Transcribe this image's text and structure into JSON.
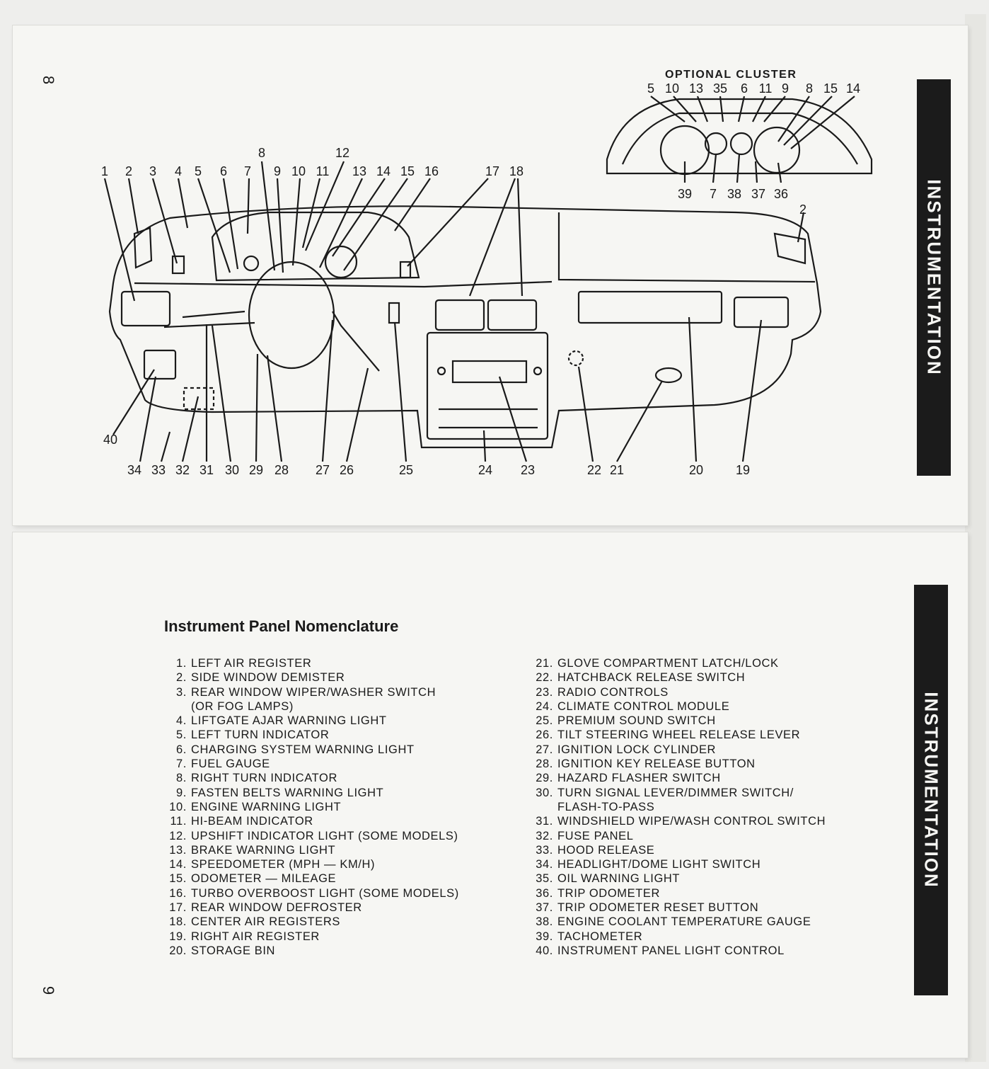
{
  "top_page": {
    "page_number": "8",
    "section_tab": "INSTRUMENTATION",
    "optional_cluster": {
      "title": "OPTIONAL CLUSTER",
      "top_callouts": [
        "5",
        "10",
        "13",
        "35",
        "6",
        "11",
        "9",
        "8",
        "15",
        "14"
      ],
      "bottom_callouts": [
        "39",
        "7",
        "38",
        "37",
        "36"
      ]
    },
    "dashboard_callouts": {
      "top_row": [
        "1",
        "2",
        "3",
        "4",
        "5",
        "6",
        "7",
        "8",
        "9",
        "10",
        "11",
        "12",
        "13",
        "14",
        "15",
        "16",
        "17",
        "18"
      ],
      "right": "2",
      "bottom_row": [
        "40",
        "34",
        "33",
        "32",
        "31",
        "30",
        "29",
        "28",
        "27",
        "26",
        "25",
        "24",
        "23",
        "22",
        "21",
        "20",
        "19"
      ]
    }
  },
  "bottom_page": {
    "page_number": "9",
    "section_tab": "INSTRUMENTATION",
    "title": "Instrument Panel Nomenclature",
    "items_left": [
      {
        "num": "1.",
        "text": "LEFT AIR REGISTER"
      },
      {
        "num": "2.",
        "text": "SIDE WINDOW DEMISTER"
      },
      {
        "num": "3.",
        "text": "REAR WINDOW WIPER/WASHER SWITCH"
      },
      {
        "num": "",
        "text": "(OR FOG LAMPS)"
      },
      {
        "num": "4.",
        "text": "LIFTGATE AJAR WARNING LIGHT"
      },
      {
        "num": "5.",
        "text": "LEFT TURN INDICATOR"
      },
      {
        "num": "6.",
        "text": "CHARGING SYSTEM WARNING LIGHT"
      },
      {
        "num": "7.",
        "text": "FUEL GAUGE"
      },
      {
        "num": "8.",
        "text": "RIGHT TURN INDICATOR"
      },
      {
        "num": "9.",
        "text": "FASTEN BELTS WARNING LIGHT"
      },
      {
        "num": "10.",
        "text": "ENGINE WARNING LIGHT"
      },
      {
        "num": "11.",
        "text": "HI-BEAM INDICATOR"
      },
      {
        "num": "12.",
        "text": "UPSHIFT INDICATOR LIGHT (SOME MODELS)"
      },
      {
        "num": "13.",
        "text": "BRAKE WARNING LIGHT"
      },
      {
        "num": "14.",
        "text": "SPEEDOMETER (MPH — Km/h)"
      },
      {
        "num": "15.",
        "text": "ODOMETER — MILEAGE"
      },
      {
        "num": "16.",
        "text": "TURBO OVERBOOST LIGHT (SOME MODELS)"
      },
      {
        "num": "17.",
        "text": "REAR WINDOW DEFROSTER"
      },
      {
        "num": "18.",
        "text": "CENTER AIR REGISTERS"
      },
      {
        "num": "19.",
        "text": "RIGHT AIR REGISTER"
      },
      {
        "num": "20.",
        "text": "STORAGE BIN"
      }
    ],
    "items_right": [
      {
        "num": "21.",
        "text": "GLOVE COMPARTMENT LATCH/LOCK"
      },
      {
        "num": "22.",
        "text": "HATCHBACK RELEASE SWITCH"
      },
      {
        "num": "23.",
        "text": "RADIO CONTROLS"
      },
      {
        "num": "24.",
        "text": "CLIMATE CONTROL MODULE"
      },
      {
        "num": "25.",
        "text": "PREMIUM SOUND SWITCH"
      },
      {
        "num": "26.",
        "text": "TILT STEERING WHEEL RELEASE LEVER"
      },
      {
        "num": "27.",
        "text": "IGNITION LOCK CYLINDER"
      },
      {
        "num": "28.",
        "text": "IGNITION KEY RELEASE BUTTON"
      },
      {
        "num": "29.",
        "text": "HAZARD FLASHER SWITCH"
      },
      {
        "num": "30.",
        "text": "TURN SIGNAL LEVER/DIMMER SWITCH/"
      },
      {
        "num": "",
        "text": "FLASH-TO-PASS"
      },
      {
        "num": "31.",
        "text": "WINDSHIELD WIPE/WASH CONTROL SWITCH"
      },
      {
        "num": "32.",
        "text": "FUSE PANEL"
      },
      {
        "num": "33.",
        "text": "HOOD RELEASE"
      },
      {
        "num": "34.",
        "text": "HEADLIGHT/DOME LIGHT SWITCH"
      },
      {
        "num": "35.",
        "text": "OIL WARNING LIGHT"
      },
      {
        "num": "36.",
        "text": "TRIP ODOMETER"
      },
      {
        "num": "37.",
        "text": "TRIP ODOMETER RESET BUTTON"
      },
      {
        "num": "38.",
        "text": "ENGINE COOLANT TEMPERATURE GAUGE"
      },
      {
        "num": "39.",
        "text": "TACHOMETER"
      },
      {
        "num": "40.",
        "text": "INSTRUMENT PANEL LIGHT CONTROL"
      }
    ]
  }
}
